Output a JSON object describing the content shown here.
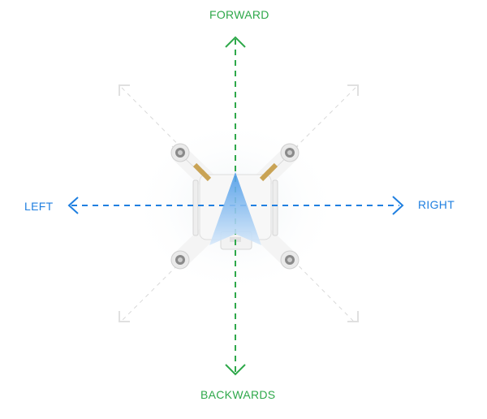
{
  "labels": {
    "forward": "FORWARD",
    "backwards": "BACKWARDS",
    "left": "LEFT",
    "right": "RIGHT"
  },
  "colors": {
    "forward_axis": "#2ea84a",
    "lateral_axis": "#1f7fe0",
    "heading_triangle": "#6fb0ec"
  }
}
